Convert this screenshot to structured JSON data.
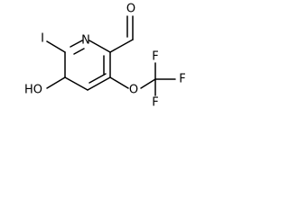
{
  "structure": {
    "atoms": {
      "nitrogen": "N",
      "iodine": "I",
      "aldehyde_oxygen": "O",
      "hydroxyl": "HO",
      "ether_oxygen": "O",
      "fluorine_top": "F",
      "fluorine_right": "F",
      "fluorine_bottom": "F"
    }
  }
}
